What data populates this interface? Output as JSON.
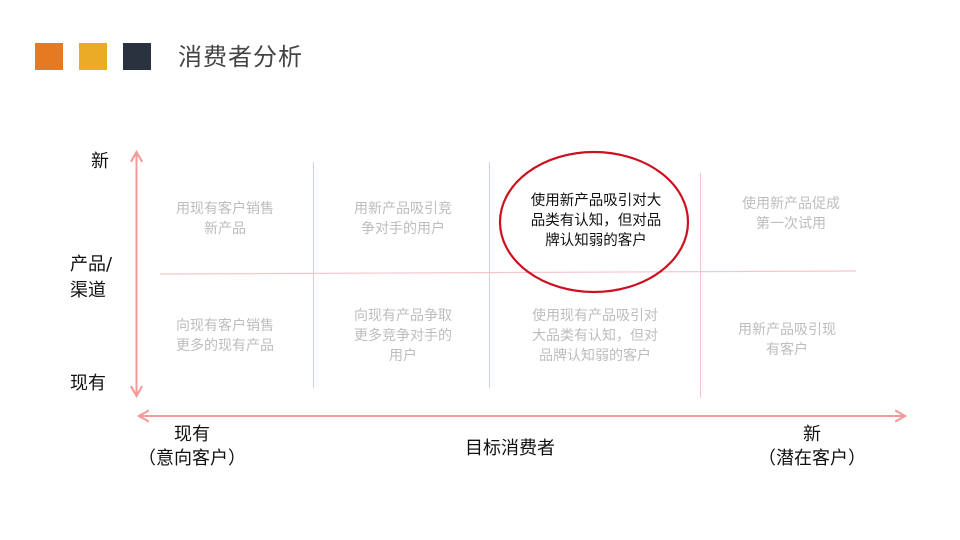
{
  "header": {
    "title": "消费者分析",
    "squares": [
      {
        "name": "orange",
        "color": "#e67a22"
      },
      {
        "name": "yellow",
        "color": "#eaab25"
      },
      {
        "name": "navy",
        "color": "#2a3240"
      }
    ]
  },
  "colors": {
    "axis": "#f29a9a",
    "grid": "#f3c6cd",
    "highlight_ellipse": "#cc1020",
    "muted_text": "#bdbdbd",
    "text": "#111111"
  },
  "y_axis": {
    "top": "新",
    "middle_line1": "产品/",
    "middle_line2": "渠道",
    "bottom": "现有"
  },
  "x_axis": {
    "left_line1": "现有",
    "left_line2": "（意向客户）",
    "center": "目标消费者",
    "right_line1": "新",
    "right_line2": "（潜在客户）"
  },
  "matrix": {
    "top_row": [
      {
        "line1": "用现有客户销售",
        "line2": "新产品",
        "line3": ""
      },
      {
        "line1": "用新产品吸引竞",
        "line2": "争对手的用户",
        "line3": ""
      },
      {
        "line1": "使用新产品吸引对大",
        "line2": "品类有认知，但对品",
        "line3": "牌认知弱的客户",
        "highlighted": true
      },
      {
        "line1": "使用新产品促成",
        "line2": "第一次试用",
        "line3": ""
      }
    ],
    "bottom_row": [
      {
        "line1": "向现有客户销售",
        "line2": "更多的现有产品",
        "line3": ""
      },
      {
        "line1": "向现有产品争取",
        "line2": "更多竞争对手的",
        "line3": "用户"
      },
      {
        "line1": "使用现有产品吸引对",
        "line2": "大品类有认知，但对",
        "line3": "品牌认知弱的客户"
      },
      {
        "line1": "用新产品吸引现",
        "line2": "有客户",
        "line3": ""
      }
    ]
  }
}
